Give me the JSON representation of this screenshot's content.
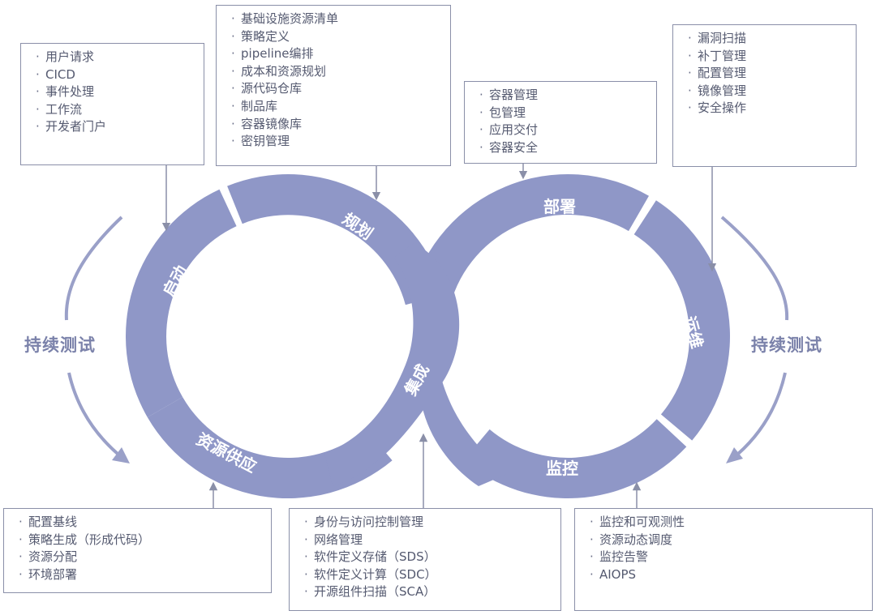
{
  "colors": {
    "segment": "#8f97c7",
    "arrow": "#9aa0c8",
    "box_border": "#8a8fa8",
    "text": "#555a70"
  },
  "boxes": {
    "start": [
      "用户请求",
      "CICD",
      "事件处理",
      "工作流",
      "开发者门户"
    ],
    "plan": [
      "基础设施资源清单",
      "策略定义",
      "pipeline编排",
      "成本和资源规划",
      "源代码仓库",
      "制品库",
      "容器镜像库",
      "密钥管理"
    ],
    "deploy": [
      "容器管理",
      "包管理",
      "应用交付",
      "容器安全"
    ],
    "ops": [
      "漏洞扫描",
      "补丁管理",
      "配置管理",
      "镜像管理",
      "安全操作"
    ],
    "provision": [
      "配置基线",
      "策略生成（形成代码）",
      "资源分配",
      "环境部署"
    ],
    "integrate": [
      "身份与访问控制管理",
      "网络管理",
      "软件定义存储（SDS）",
      "软件定义计算（SDC）",
      "开源组件扫描（SCA）"
    ],
    "monitor": [
      "监控和可观测性",
      "资源动态调度",
      "监控告警",
      "AIOPS"
    ]
  },
  "segments": {
    "start": "启动",
    "plan": "规划",
    "provision": "资源供应",
    "integrate": "集成",
    "deploy": "部署",
    "ops": "运维",
    "monitor": "监控"
  },
  "side": {
    "left": "持续测试",
    "right": "持续测试"
  }
}
